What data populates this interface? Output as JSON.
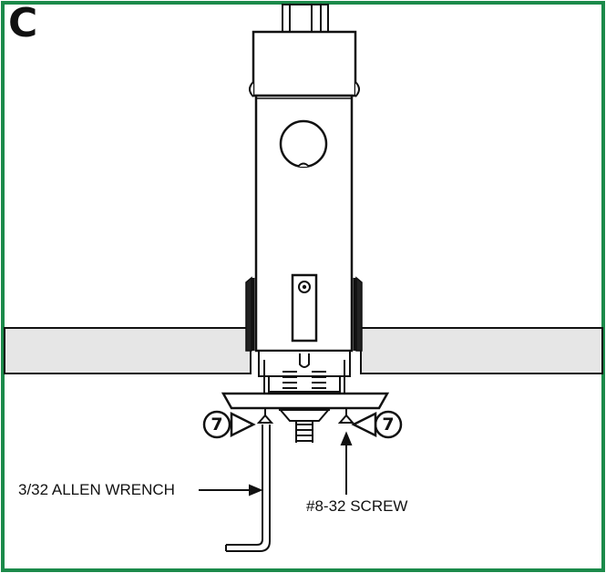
{
  "panel": {
    "label": "C",
    "border_color": "#1b8a4a"
  },
  "callouts": {
    "allen_wrench": "3/32 ALLEN WRENCH",
    "screw": "#8-32 SCREW"
  },
  "steps": {
    "left": "7",
    "right": "7"
  },
  "colors": {
    "line": "#111111",
    "countertop": "#e6e6e6",
    "background": "#ffffff"
  }
}
